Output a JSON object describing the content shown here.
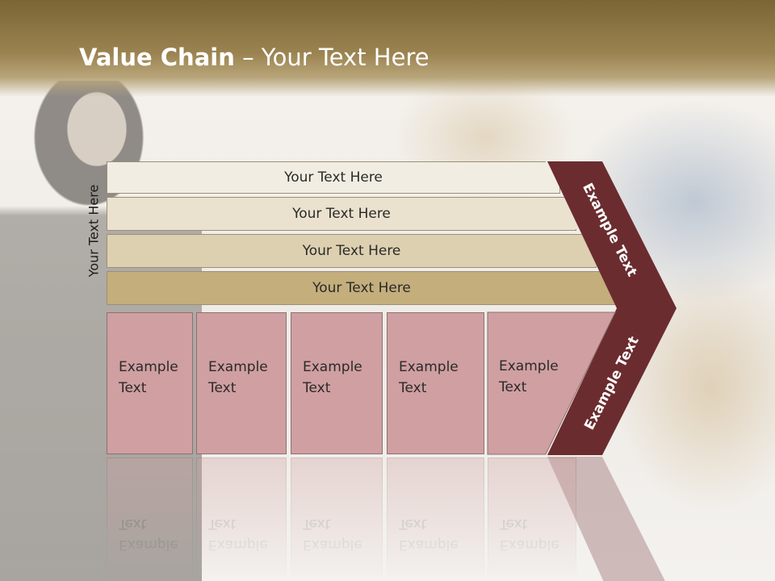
{
  "slide": {
    "title_bold": "Value Chain",
    "title_rest": " – Your Text Here",
    "side_label": "Your Text Here",
    "bars": [
      {
        "label": "Your Text Here",
        "color": "#f1ede2"
      },
      {
        "label": "Your Text Here",
        "color": "#eae1ce"
      },
      {
        "label": "Your Text Here",
        "color": "#ddd0b0"
      },
      {
        "label": "Your Text Here",
        "color": "#c4ae7c"
      }
    ],
    "cells": [
      {
        "line1": "Example",
        "line2": "Text"
      },
      {
        "line1": "Example",
        "line2": "Text"
      },
      {
        "line1": "Example",
        "line2": "Text"
      },
      {
        "line1": "Example",
        "line2": "Text"
      },
      {
        "line1": "Example",
        "line2": "Text"
      }
    ],
    "chevron_top_label": "Example Text",
    "chevron_bottom_label": "Example Text",
    "colors": {
      "chevron": "#6b2c2f",
      "cell": "#d09fa1",
      "title_band": "#8c7543"
    }
  }
}
